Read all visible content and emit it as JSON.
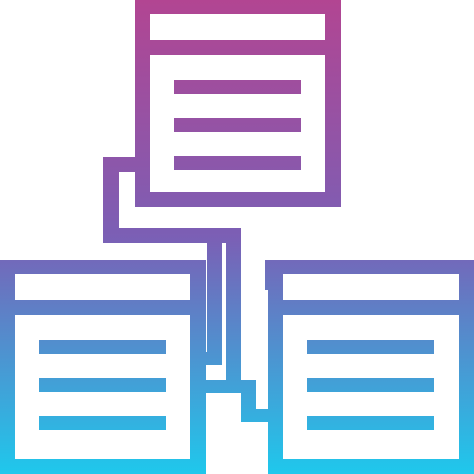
{
  "icon": {
    "name": "sitemap-documents-icon",
    "gradient": {
      "top_color": "#B24592",
      "middle_color": "#7B5FB5",
      "bottom_color": "#1FC8EC"
    },
    "background": "#FFFFFF",
    "documents": [
      {
        "id": "top",
        "line_count": 3
      },
      {
        "id": "left",
        "line_count": 3
      },
      {
        "id": "right",
        "line_count": 3
      }
    ]
  }
}
